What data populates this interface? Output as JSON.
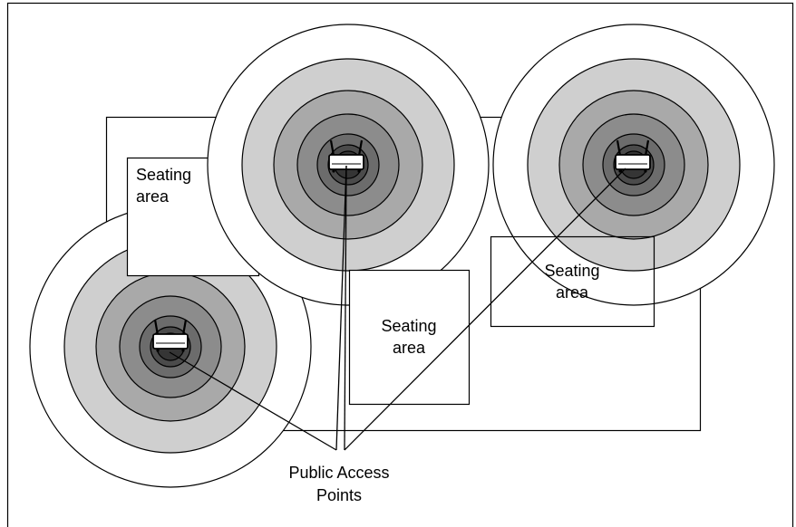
{
  "labels": {
    "seating_top_left": [
      "Seating",
      "area"
    ],
    "seating_center": [
      "Seating",
      "area"
    ],
    "seating_right": [
      "Seating",
      "area"
    ],
    "callout": [
      "Public Access",
      "Points"
    ]
  },
  "colors": {
    "ring_outer": "#ffffff",
    "ring_1": "#cfcfcf",
    "ring_2": "#a9a9a9",
    "ring_3": "#8c8c8c",
    "ring_4": "#6c6c6c",
    "ring_5": "#4b4b4b",
    "ring_core": "#353535",
    "stroke": "#000000"
  },
  "icons": {
    "access_point": "wireless-router-icon"
  }
}
